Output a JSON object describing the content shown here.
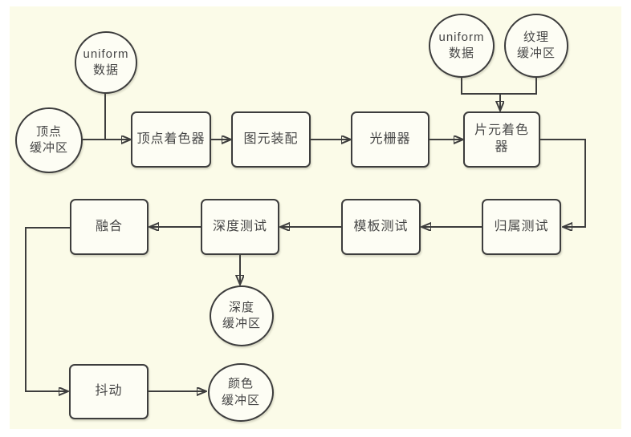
{
  "diagram": {
    "type": "flowchart",
    "topic": "render-pipeline",
    "colors": {
      "page_bg": "#ffffff",
      "canvas_bg": "#fbfbe8",
      "node_fill": "#fdfdf4",
      "stroke": "#3d3d3d",
      "text": "#464646"
    },
    "nodes": {
      "uniform_data_left": {
        "shape": "circle",
        "label": "uniform\n数据"
      },
      "vertex_buffer": {
        "shape": "circle",
        "label": "顶点\n缓冲区"
      },
      "vertex_shader": {
        "shape": "box",
        "label": "顶点着色器"
      },
      "primitive_assembly": {
        "shape": "box",
        "label": "图元装配"
      },
      "rasterizer": {
        "shape": "box",
        "label": "光栅器"
      },
      "fragment_shader": {
        "shape": "box",
        "label": "片元着色\n器"
      },
      "uniform_data_right": {
        "shape": "circle",
        "label": "uniform\n数据"
      },
      "texture_buffer": {
        "shape": "circle",
        "label": "纹理\n缓冲区"
      },
      "ownership_test": {
        "shape": "box",
        "label": "归属测试"
      },
      "stencil_test": {
        "shape": "box",
        "label": "模板测试"
      },
      "depth_test": {
        "shape": "box",
        "label": "深度测试"
      },
      "blend": {
        "shape": "box",
        "label": "融合"
      },
      "depth_buffer": {
        "shape": "circle",
        "label": "深度\n缓冲区"
      },
      "dither": {
        "shape": "box",
        "label": "抖动"
      },
      "color_buffer": {
        "shape": "circle",
        "label": "颜色\n缓冲区"
      }
    },
    "edges": [
      {
        "from": "vertex_buffer",
        "to": "vertex_shader"
      },
      {
        "from": "uniform_data_left",
        "to": "vertex_shader"
      },
      {
        "from": "vertex_shader",
        "to": "primitive_assembly"
      },
      {
        "from": "primitive_assembly",
        "to": "rasterizer"
      },
      {
        "from": "rasterizer",
        "to": "fragment_shader"
      },
      {
        "from": "uniform_data_right",
        "to": "fragment_shader"
      },
      {
        "from": "texture_buffer",
        "to": "fragment_shader"
      },
      {
        "from": "fragment_shader",
        "to": "ownership_test"
      },
      {
        "from": "ownership_test",
        "to": "stencil_test"
      },
      {
        "from": "stencil_test",
        "to": "depth_test"
      },
      {
        "from": "depth_test",
        "to": "blend"
      },
      {
        "from": "depth_test",
        "to": "depth_buffer"
      },
      {
        "from": "blend",
        "to": "dither"
      },
      {
        "from": "dither",
        "to": "color_buffer"
      }
    ]
  }
}
